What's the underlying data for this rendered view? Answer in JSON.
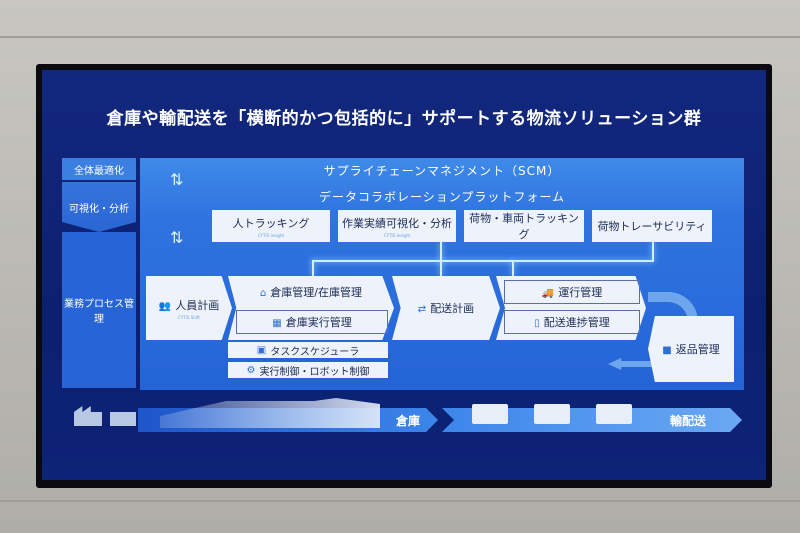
{
  "title": "倉庫や輸配送を「横断的かつ包括的に」サポートする物流ソリューション群",
  "left_labels": [
    "全体最適化",
    "可視化・分析",
    "業務プロセス管理"
  ],
  "bands": {
    "scm": "サプライチェーンマネジメント（SCM）",
    "platform": "データコラボレーションプラットフォーム"
  },
  "tracking": [
    {
      "label": "人トラッキング",
      "sub": "CYTIS Insight"
    },
    {
      "label": "作業実績可視化・分析",
      "sub": "CYTIS Insight"
    },
    {
      "label": "荷物・車両トラッキング",
      "sub": ""
    },
    {
      "label": "荷物トレーサビリティ",
      "sub": ""
    }
  ],
  "process": {
    "staff": {
      "label": "人員計画",
      "sub": "CYTIS Shift"
    },
    "wms": {
      "label": "倉庫管理/在庫管理"
    },
    "wes": {
      "label": "倉庫実行管理"
    },
    "scheduler": "タスクスケジューラ",
    "robot": "実行制御・ロボット制御",
    "delivery_plan": {
      "label": "配送計画"
    },
    "operation": {
      "label": "運行管理"
    },
    "progress": {
      "label": "配送進捗管理"
    },
    "returns": {
      "label": "返品管理"
    }
  },
  "flow": {
    "warehouse": "倉庫",
    "transport": "輸配送"
  }
}
